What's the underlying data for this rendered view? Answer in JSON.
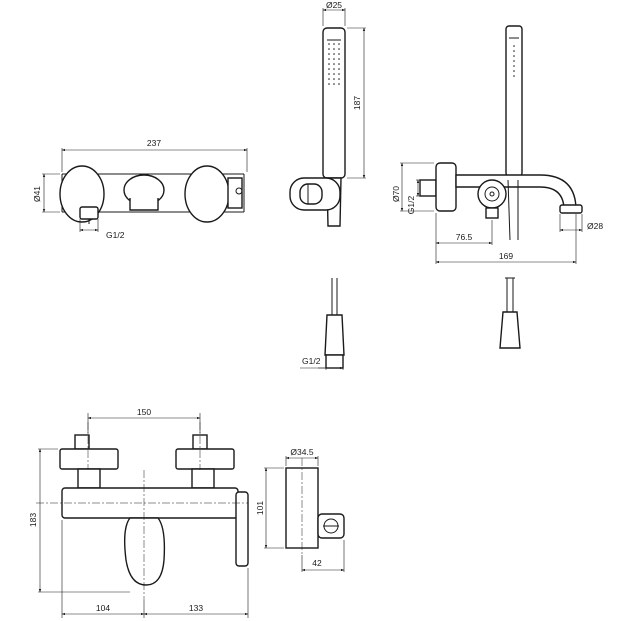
{
  "drawing": {
    "colors": {
      "line": "#1a1a1a",
      "background": "#ffffff"
    },
    "top_view": {
      "width": "237",
      "height": "Ø41",
      "thread": "G1/2"
    },
    "hand_shower": {
      "diameter": "Ø25",
      "length": "187",
      "thread": "G1/2"
    },
    "side_view": {
      "flange": "Ø70",
      "thread": "G1/2",
      "centre_offset": "76.5",
      "total_depth": "169",
      "spout": "Ø28"
    },
    "front_view": {
      "centres": "150",
      "height": "183",
      "left": "104",
      "right": "133"
    },
    "holder": {
      "diameter": "Ø34.5",
      "height": "101",
      "depth": "42"
    }
  }
}
